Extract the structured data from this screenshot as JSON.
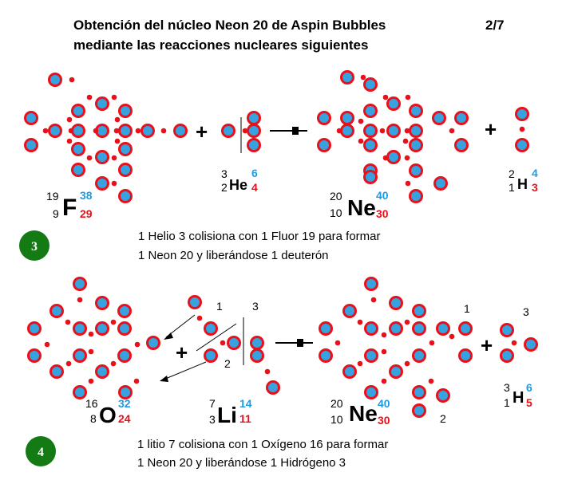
{
  "title": {
    "line1": "Obtención del núcleo Neon 20  de Aspin Bubbles",
    "page": "2/7",
    "line2": "mediante las reacciones nucleares siguientes"
  },
  "colors": {
    "proton": "#e8111b",
    "neutron": "#36a3e0",
    "link": "#e8111b",
    "upper_number": "#1e9be0",
    "lower_number": "#e8111b",
    "badge": "#147a14"
  },
  "reaction3": {
    "badge": "3",
    "fluorine": {
      "mass": "19",
      "atomic": "9",
      "symbol": "F",
      "upper": "38",
      "lower": "29"
    },
    "helium": {
      "mass": "3",
      "atomic": "2",
      "symbol": "He",
      "upper": "6",
      "lower": "4"
    },
    "neon": {
      "mass": "20",
      "atomic": "10",
      "symbol": "Ne",
      "upper": "40",
      "lower": "30"
    },
    "hydrogen": {
      "mass": "2",
      "atomic": "1",
      "symbol": "H",
      "upper": "4",
      "lower": "3"
    },
    "plus": "+",
    "caption1": "1 Helio 3  colisiona con  1 Fluor 19  para formar",
    "caption2": "1 Neon 20  y liberándose  1 deuterón"
  },
  "reaction4": {
    "badge": "4",
    "oxygen": {
      "mass": "16",
      "atomic": "8",
      "symbol": "O",
      "upper": "32",
      "lower": "24"
    },
    "lithium": {
      "mass": "7",
      "atomic": "3",
      "symbol": "Li",
      "upper": "14",
      "lower": "11"
    },
    "neon": {
      "mass": "20",
      "atomic": "10",
      "symbol": "Ne",
      "upper": "40",
      "lower": "30"
    },
    "hydrogen": {
      "mass": "3",
      "atomic": "1",
      "symbol": "H",
      "upper": "6",
      "lower": "5"
    },
    "plus": "+",
    "li_labels": [
      "1",
      "3",
      "2"
    ],
    "ne_labels": [
      "1",
      "2"
    ],
    "h_label": "3",
    "caption1": "1 litio 7 colisiona con  1 Oxígeno 16  para formar",
    "caption2": "1 Neon 20  y liberándose  1 Hidrógeno 3"
  }
}
